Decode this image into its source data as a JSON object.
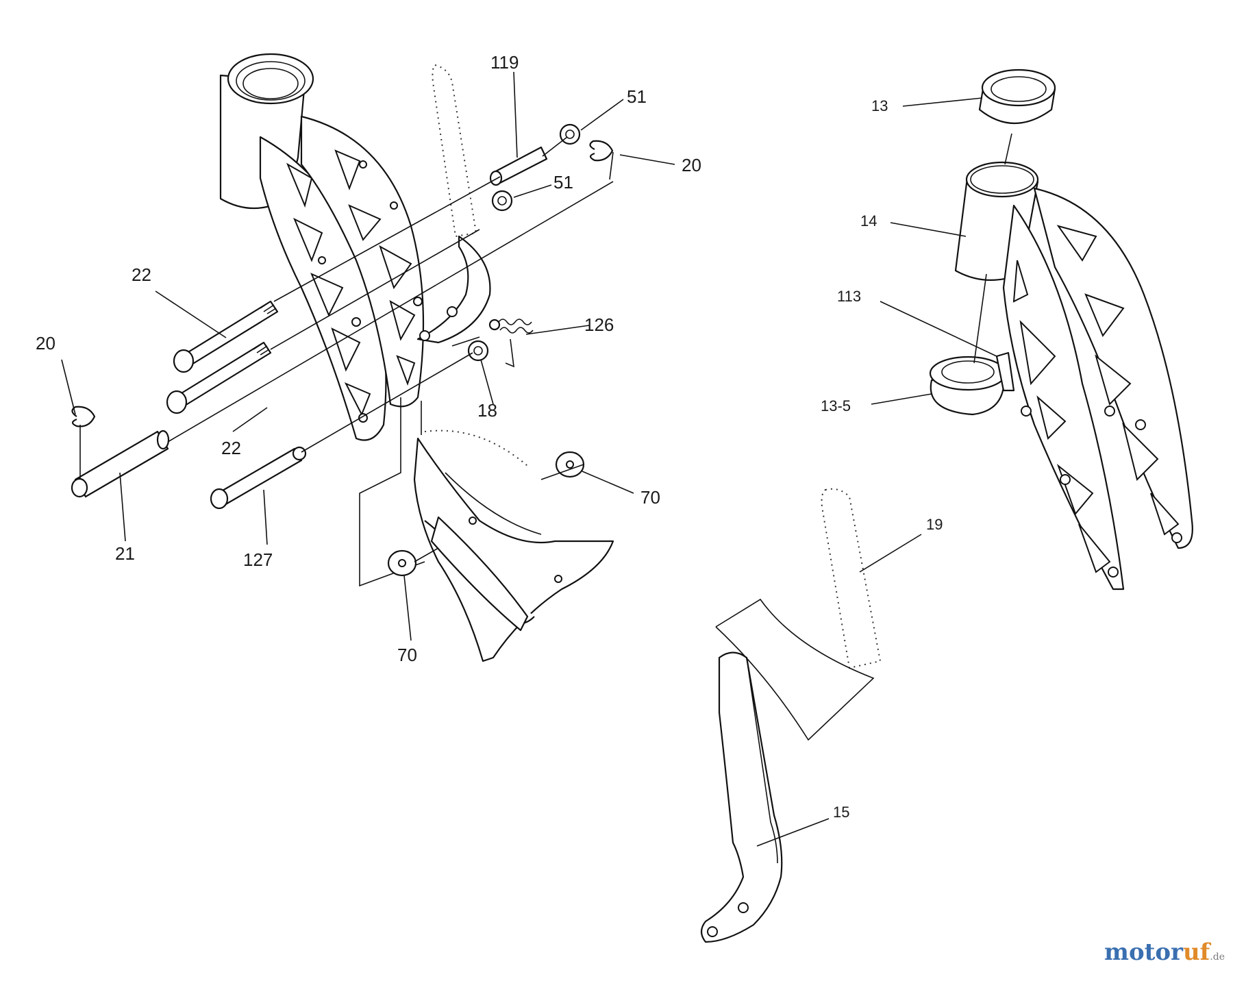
{
  "callouts": {
    "c119": "119",
    "c51a": "51",
    "c51b": "51",
    "c20a": "20",
    "c20b": "20",
    "c22a": "22",
    "c22b": "22",
    "c21": "21",
    "c127": "127",
    "c18": "18",
    "c126": "126",
    "c70a": "70",
    "c70b": "70",
    "c13": "13",
    "c14": "14",
    "c113": "113",
    "c135": "13-5",
    "c19": "19",
    "c15": "15"
  },
  "watermark": {
    "part1": "motor",
    "part2": "uf",
    "part3": ".de"
  },
  "colors": {
    "line": "#111111",
    "watermark_blue": "#3a6fb0",
    "watermark_orange": "#e08a2a"
  }
}
